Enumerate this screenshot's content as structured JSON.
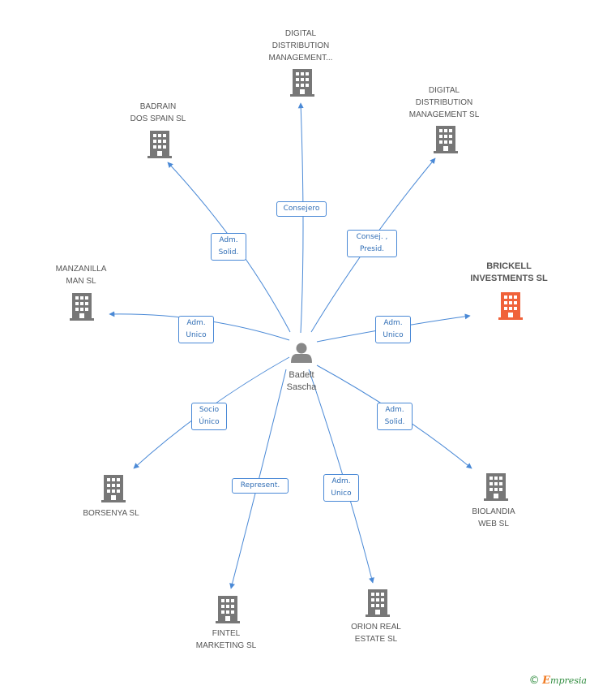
{
  "person": {
    "name": "Badelt\nSascha"
  },
  "companies": [
    {
      "id": "c1",
      "label": "DIGITAL\nDISTRIBUTION\nMANAGEMENT...",
      "highlight": false
    },
    {
      "id": "c2",
      "label": "DIGITAL\nDISTRIBUTION\nMANAGEMENT SL",
      "highlight": false
    },
    {
      "id": "c3",
      "label": "BADRAIN\nDOS SPAIN SL",
      "highlight": false
    },
    {
      "id": "c4",
      "label": "MANZANILLA\nMAN SL",
      "highlight": false
    },
    {
      "id": "c5",
      "label": "BRICKELL\nINVESTMENTS SL",
      "highlight": true
    },
    {
      "id": "c6",
      "label": "BORSENYA  SL",
      "highlight": false
    },
    {
      "id": "c7",
      "label": "BIOLANDIA\nWEB SL",
      "highlight": false
    },
    {
      "id": "c8",
      "label": "FINTEL\nMARKETING SL",
      "highlight": false
    },
    {
      "id": "c9",
      "label": "ORION REAL\nESTATE SL",
      "highlight": false
    }
  ],
  "relations": [
    {
      "to": "c1",
      "label": "Consejero"
    },
    {
      "to": "c2",
      "label": "Consej. ,\nPresid."
    },
    {
      "to": "c3",
      "label": "Adm.\nSolid."
    },
    {
      "to": "c4",
      "label": "Adm.\nUnico"
    },
    {
      "to": "c5",
      "label": "Adm.\nUnico"
    },
    {
      "to": "c6",
      "label": "Socio\nÚnico"
    },
    {
      "to": "c7",
      "label": "Adm.\nSolid."
    },
    {
      "to": "c8",
      "label": "Represent."
    },
    {
      "to": "c9",
      "label": "Adm.\nUnico"
    }
  ],
  "colors": {
    "edge": "#4a89d6",
    "building": "#777777",
    "building_highlight": "#f0623a",
    "person": "#888888"
  },
  "footer": {
    "copyright": "©",
    "brand_initial": "E",
    "brand_rest": "mpresia"
  }
}
